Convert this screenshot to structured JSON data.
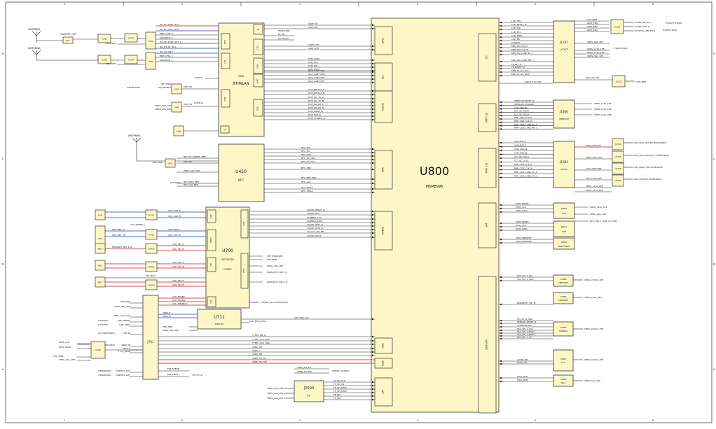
{
  "sheet": {
    "col_marks": [
      "1",
      "2",
      "3",
      "4",
      "5",
      "6"
    ],
    "row_marks": [
      "D",
      "C",
      "B",
      "A"
    ]
  },
  "u800": {
    "ref": "U800",
    "part": "MSM8996",
    "ports": [
      "QPIC",
      "I2C",
      "WLAN",
      "NFC",
      "AUDIO",
      "USB",
      "USB",
      "SPI",
      "I2C",
      "MIPI CSI",
      "MIPI CSI",
      "SIM",
      "SENSOR"
    ]
  },
  "antennas": [
    "ANTENNA",
    "ANTENNA",
    "ANTENNA"
  ],
  "rf": {
    "flash_out": "FLASH/RF_OUT",
    "diplexer": "D01",
    "fl_a": "FL001",
    "fl_b": "FL002",
    "fl_c": "FL003",
    "fl_d": "FL004",
    "switch_a": "U341",
    "switch_b": "U342",
    "ldo": "U343",
    "ldo_b": "U344",
    "ldo_c": "U345",
    "net_pwr": "VPH_PWR",
    "wl_nets": [
      "WL_RF_PORT_IN_0",
      "WL_RF_CNTL_IN_0",
      "PRM_CTRL_0",
      "SWAREAD_0",
      "WL_RF_PORT_OUT_0",
      "WL_BT_RF_IN_0",
      "WL_2G_AB_0",
      "PRM_CTRL_1",
      "SWAREAD_1"
    ],
    "ldo_nets": [
      "VDD_WL",
      "SPI_ENABLE",
      "VDD_XO",
      "VREG_S4A_1P8",
      "VREG_L9A_1P8"
    ],
    "from": "(FROM1800)"
  },
  "wlan": {
    "ref": "U900",
    "name": "BT/WLAN",
    "subs": [
      "RFIO",
      "LNA",
      "PA",
      "CTRL",
      "PCM",
      "UART",
      "PWR",
      "PCIE",
      "XO"
    ],
    "sig_left": [
      "AVDD11",
      "DVDD11",
      "VBATT"
    ],
    "sig_right": [
      "UART_TX",
      "UART_RX",
      "UART_CTS",
      "UART_RTS",
      "PCM_SYNC",
      "PCM_CLK",
      "PCM_DIN",
      "PCM_DOUT",
      "QCA_UART_TXD",
      "QCA_UART_RXD",
      "QCA_UART_CTS",
      "QCA_UART_RTS",
      "PCIE_REFCLK_P",
      "PCIE_REFCLK_M",
      "PCIE_WL_TX_P",
      "PCIE_WL_TX_M",
      "PCIE_WL_RX_P",
      "PCIE_WL_RX_M",
      "PCIE_WAKE_N",
      "PCIE_RST_N",
      "PCIE_CLKREQ_N"
    ],
    "from": [
      "FROM1800",
      "BT_EN",
      "WLAN_EN"
    ]
  },
  "nfc": {
    "ref": "U450",
    "name": "NFC",
    "left": [
      "NFC_TX_POWER_REQ",
      "VDD_UP",
      "VPH_PWR",
      "VREG_S4A_1P8",
      "NFC_DWL_REQ",
      "NFC_CLK_REQ"
    ],
    "right": [
      "NFC_IRQ",
      "NFC_EN",
      "NFC_DWL",
      "NFC_I2C_SDA",
      "NFC_I2C_SCL",
      "NFC_VEN",
      "NFC_ESE_PWR",
      "NFC_CLK",
      "NFC_XTAL1",
      "NFC_XTAL2"
    ],
    "ldo": "U451",
    "from": "(TO 5300)"
  },
  "audio": {
    "ref": "U700",
    "part": "WCD9335",
    "name": "CODEC",
    "subs": [
      "EAR",
      "MBHC",
      "SLIM",
      "MIC",
      "HPH",
      "SPK"
    ],
    "left": [
      "CDC_EAR_P",
      "CDC_EAR_M",
      "CDC_HPH_L",
      "CDC_HPH_R",
      "CDC_IN1_P",
      "CDC_IN1_M",
      "CDC_IN2_P",
      "CDC_IN2_M",
      "CDC_IN3_P",
      "CDC_IN3_M",
      "MIC_BIAS",
      "CDC_MICBP",
      "CDC_MICBN",
      "CDC_MB_BIAS"
    ],
    "right": [
      "CODEC_RESET_N",
      "CODEC_INT",
      "SLIMBUS_CLK",
      "SLIMBUS_DATA",
      "CODEC_INT1_N",
      "CODEC_INT2_N",
      "TX_CDC_SW_EN",
      "CODEC_MCLK"
    ],
    "power": [
      "VPH_PWRSVBP",
      "VPH_PWR",
      "VREG_S4A_1P8",
      "MAIN_BUS_VOUT_A",
      "MAIN_BUS_VOUT_D"
    ],
    "dmic": "DMIC1_CDC (FROM1800)",
    "ear": "EAR",
    "hph": "J700",
    "spk": "SPK",
    "hph_nets": [
      "HPH_REF_FL",
      "HPH_REF_FR",
      "HEADSET_MIC_P_N"
    ],
    "mics": [
      "MIC1",
      "MIC2",
      "MIC3"
    ],
    "filt": [
      "FL700",
      "FL701",
      "FL702",
      "FL703"
    ],
    "cmn": [
      "CM700",
      "CM701",
      "CM702"
    ]
  },
  "spk": {
    "ref": "U711",
    "name": "SPKR PA",
    "left": [
      "SPKR_P",
      "SPKR_M",
      "VPH_PWR",
      "VREG_S4A_1P8"
    ],
    "right": [
      "CDC_PCM_DATA",
      "CDC_SPK_CLK"
    ]
  },
  "conn": {
    "ref": "J701",
    "left": [
      "VPH_PWR",
      "VREG_S4A_1P8",
      "VREG_L16A_2P7",
      "USB_THERM",
      "USB_VBUS",
      "USB_ID",
      "SPKR_ID",
      "SPKR_P",
      "T_DC_REAR",
      "HAPTICS_OUT",
      "HAPTICS_OUT"
    ],
    "sub": "U702",
    "sub_nets": [
      "APPS_CLK",
      "APPS_DATA",
      "VPH_PWR",
      "VREG_S4A_1P8"
    ],
    "tags": [
      "(TO1800)",
      "(TO1900)",
      "(TO 1800/1802)",
      "(TO 1800/1802)",
      "(FROM1800)",
      "(FROM1800)",
      "(FROM1800)"
    ],
    "bottom": [
      "USB_THERM",
      "USB_VBUS"
    ],
    "to": "(TO U711)"
  },
  "fp": {
    "ref": "J1500",
    "name": "FP",
    "left": [
      "VREG_S4A_1P8",
      "VREG_L2A_1P8",
      "VREG_L2A_3P0"
    ],
    "right": [
      "FP_SPI_CLK",
      "FP_SPI_CS",
      "FP_SPI_MOSI",
      "FP_SPI_MISO",
      "FP_INT",
      "FP_RST"
    ],
    "usb_dp": "USBD_HS_DP",
    "usb_dm": "USBD_HS_DM",
    "dp_from": "(FROM TO1800)",
    "mid": [
      "TYPEC_EN_N",
      "TYPEC_CC1_SDA",
      "TYPEC_CC2_SDA",
      "USBC_I2C",
      "USBC_I",
      "USBC_INT"
    ]
  },
  "lcd": {
    "ref": "J1101",
    "name": "LCD/TP",
    "left": [
      "LCD_TE0",
      "LCD_RESET_N",
      "LCD_ID0",
      "LCD_TE1",
      "LCD_PWM",
      "LCD_EN",
      "P_REVEL",
      "MIPI_DSI_CLK_P",
      "MIPI_DSI_CLK_M",
      "MIPI_DSI_LANE_P0_3",
      "MIPI_DSI_LANE_M0_3",
      "TP_INT_N",
      "TS_RESET_N",
      "MIPI_TS_I2C_SCL",
      "MIPI_TS_I2C_SDA"
    ],
    "right": [
      "VPH_PWR",
      "GPIO_EN0",
      "GPIO_EN1",
      "GPIO_EN2",
      "VREG_L8A_3P0",
      "VREG_L14A_1P8",
      "VREG_L17A_1P8",
      "VREG_S4A_1P8"
    ],
    "bl": "U1101",
    "bl_nets": [
      "TVPMC_BC_CTL",
      "TVPMC_DCCTL",
      "EXTWLD_LED_EN_0"
    ],
    "bl_to": "(FROM TO1800)",
    "from": "(FROM 1800)",
    "ldo": "U1102",
    "ldo_net": "LDO_TS_3V_EN",
    "vdd": "VDD_3V3_TP",
    "pwr": "VPH_PWR"
  },
  "cam1": {
    "ref": "J1300",
    "name": "WEBCAM",
    "left": [
      "WEBCAM_RESET_N",
      "WEBCAM_STANDBY",
      "CAM_MCLK0",
      "CCI_I2C_SDA0",
      "CCI_I2C_SCL0",
      "MIPI_CSI0_CLK_P",
      "MIPI_CSI0_CLK_M",
      "MIPI_CSI0_LANE_P0_3",
      "MIPI_CSI0_LANE_M0_3"
    ],
    "right": [
      "VREG_L17A_1P8",
      "VREG_L12A_1P8",
      "VREG_L22A_2P8"
    ]
  },
  "cam2": {
    "ref": "J1302",
    "name": "MCAM",
    "left": [
      "CAM_RST_1",
      "CAM_RST_2",
      "CAM_MCLK1",
      "CAM_MCLK2",
      "CCI_I2C_SDA1",
      "CCI_I2C_SCL1",
      "MIPI_CSI1_CLK_P",
      "MIPI_CSI1_CLK_M",
      "MIPI_CSI1_LANE_P0_3",
      "MIPI_CSI1_LANE_M0_3"
    ],
    "right": [
      "VDD_CAM_1P2",
      "VREG_S4A_1P8",
      "CAM_AVDD_EN",
      "VDD_L19A_2P8",
      "VREG_L17A_2P8",
      "VREG_L17A_1P8"
    ],
    "ldos": [
      "U1302",
      "U1303",
      "U1304",
      "U1305"
    ],
    "ldo_nets": [
      "CAM_VDD_1P2_EN (FROM1800)",
      "CAM_VDD_1P2_EN_2 (FROM1800)",
      "CAM_AVDD_EN (FROM1800)",
      "CAM_VCM_EN (FROM1800)"
    ]
  },
  "sim": {
    "refs": [
      "J1600",
      "J1601"
    ],
    "name": "SIM",
    "detect_ref": "J1602",
    "detect_name": "Detect Switch",
    "left": [
      "UIM1_RESET",
      "UIM1_CLK",
      "UIM1_DATA",
      "UIM2_RESET",
      "UIM2_CLK",
      "UIM2_DATA",
      "UIM1_PRESENT",
      "UIM2_PRESENT"
    ],
    "right": [
      "VREG_L14A_1P8",
      "VREG_S4A_1P8",
      "NFC_ESE_1_SWP (TO 450)"
    ]
  },
  "sensors": {
    "refs": [
      "U1804",
      "U1805",
      "U1806",
      "U1807",
      "U1808"
    ],
    "names": [
      "PRESSURE",
      "PRESSURE",
      "COMPASS",
      "G+G",
      "HALL"
    ],
    "left": [
      "SSC_I2C_3_SCL",
      "SSC_I2C_3_SDA",
      "PROXIMITY_INT_N",
      "SPI_CS_N_MAG",
      "SENSOR_RESET_N",
      "COMPASS_INT",
      "SSC_SPI_1_CLK",
      "SSC_SPI_1_MOSI",
      "SSC_SPI_1_MISO",
      "SSC_SPI_1_CS",
      "ACCEL_INT",
      "GYRO_INT",
      "HALL_INT1",
      "HALL_INT2"
    ],
    "right": [
      "VREG_L5VDA_1P8",
      "VREG_L19A_3P0",
      "VREG_L5VDA_1P8",
      "VREG_L5VDA_1P8",
      "VREG_S4A_1P8"
    ]
  }
}
